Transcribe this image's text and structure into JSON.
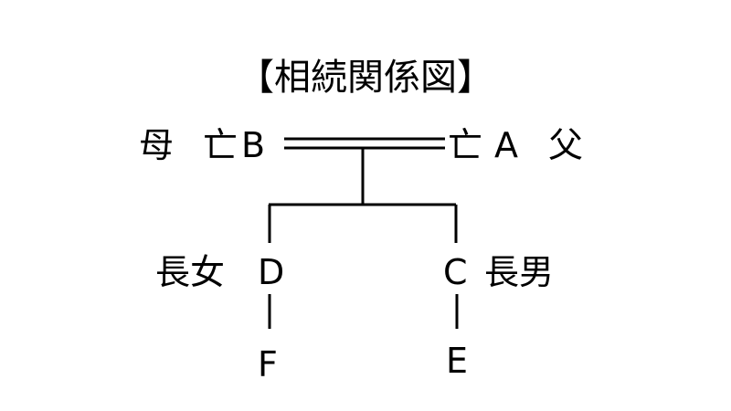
{
  "title": "【相続関係図】",
  "colors": {
    "ink": "#000000",
    "background": "#ffffff"
  },
  "people": {
    "mother": {
      "role": "母",
      "status": "亡",
      "name": "B"
    },
    "father": {
      "status": "亡",
      "name": "A",
      "role": "父"
    },
    "daughter": {
      "role": "長女",
      "name": "D"
    },
    "son": {
      "name": "C",
      "role": "長男"
    },
    "daughter_child": {
      "name": "F"
    },
    "son_child": {
      "name": "E"
    }
  }
}
